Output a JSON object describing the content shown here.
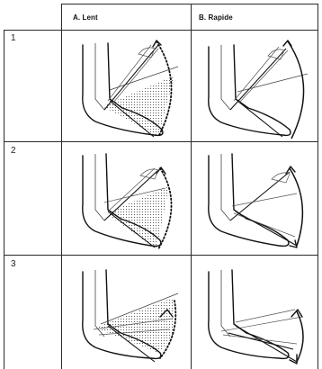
{
  "table": {
    "columns": [
      {
        "label": "A. Lent"
      },
      {
        "label": "B. Rapide"
      }
    ],
    "rows": [
      {
        "number": "1"
      },
      {
        "number": "2"
      },
      {
        "number": "3"
      }
    ]
  }
}
